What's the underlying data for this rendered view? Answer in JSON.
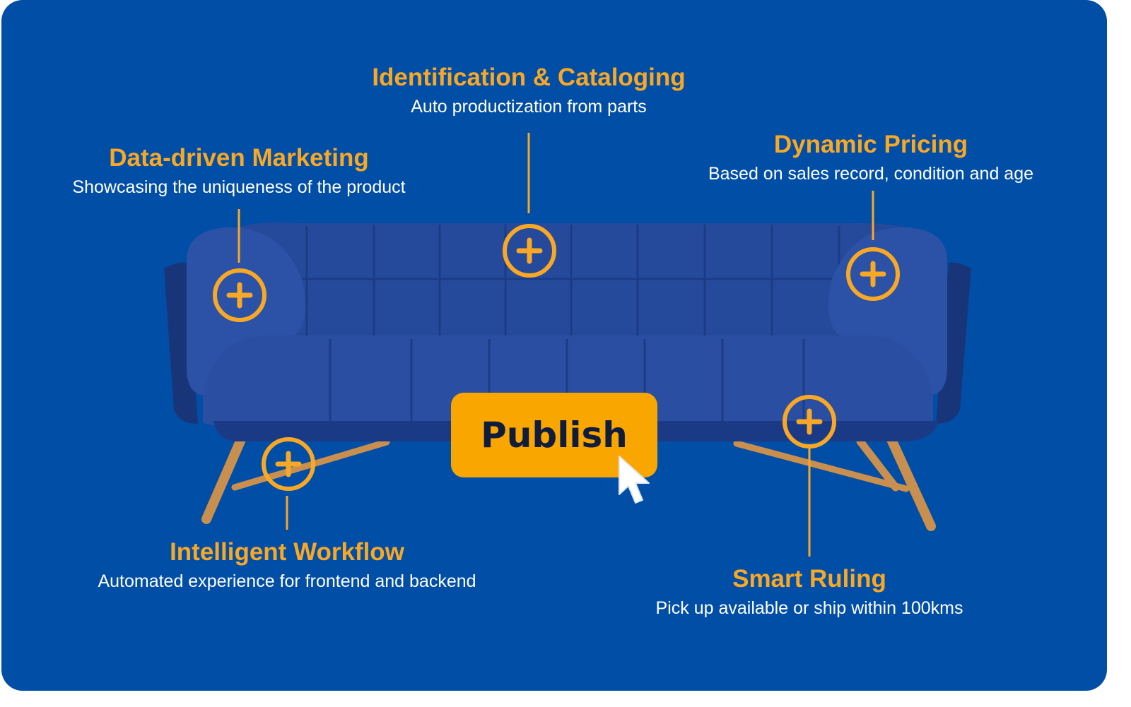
{
  "features": [
    {
      "title": "Identification & Cataloging",
      "desc": "Auto productization from parts"
    },
    {
      "title": "Data-driven Marketing",
      "desc": "Showcasing the uniqueness of the product"
    },
    {
      "title": "Dynamic Pricing",
      "desc": "Based on sales record, condition and age"
    },
    {
      "title": "Intelligent Workflow",
      "desc": "Automated experience for frontend and backend"
    },
    {
      "title": "Smart Ruling",
      "desc": "Pick up available or ship within 100kms"
    }
  ],
  "publish_label": "Publish",
  "colors": {
    "background": "#014ea6",
    "accent": "#f9a825",
    "sofa": "#1f3f8f",
    "button": "#f9a600"
  },
  "icons": [
    "plus-icon",
    "cursor-icon"
  ]
}
